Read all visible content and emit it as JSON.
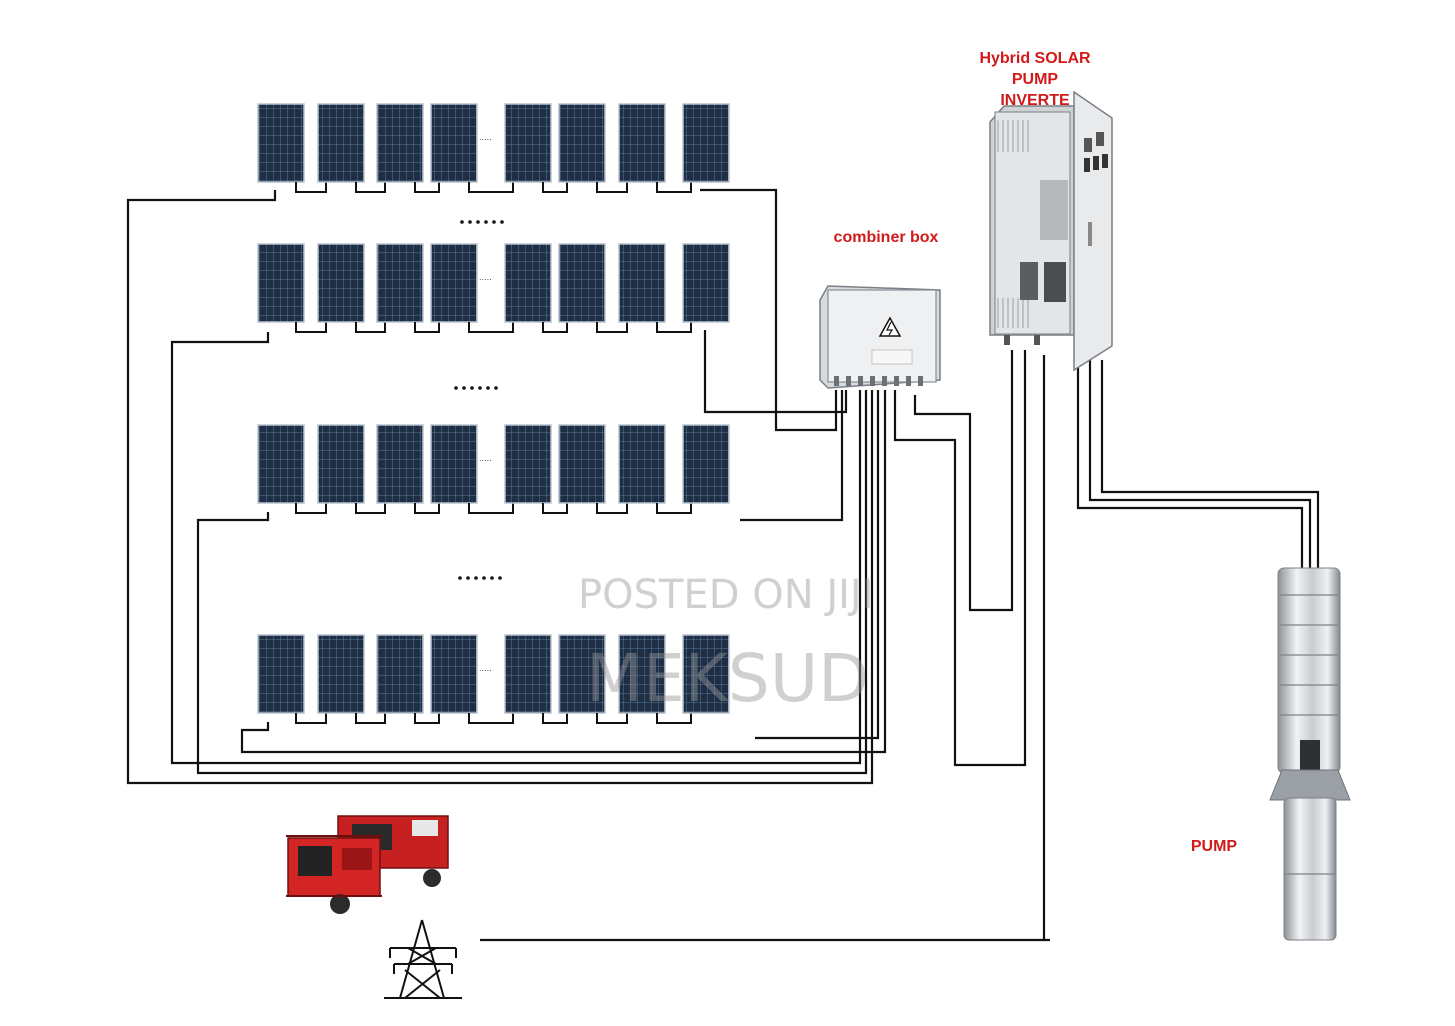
{
  "labels": {
    "inverter_line1": "Hybrid SOLAR",
    "inverter_line2": "PUMP",
    "inverter_line3": "INVERTE",
    "combiner_box": "combiner box",
    "pump": "PUMP"
  },
  "watermark": {
    "line1": "POSTED ON JIJI",
    "line2": "MEKSUD"
  },
  "panel_rows": 4,
  "panels_per_row": 8,
  "colors": {
    "label": "#d11a1a",
    "panel": "#1e2f45",
    "panel_grid": "#6f8aa8",
    "wire": "#111111",
    "cabinet": "#e2e3e3",
    "generator": "#c62020"
  },
  "icons": [
    "solar-panel-icon",
    "combiner-box-icon",
    "inverter-cabinet-icon",
    "submersible-pump-icon",
    "generator-icon",
    "power-pylon-icon",
    "warning-icon"
  ]
}
